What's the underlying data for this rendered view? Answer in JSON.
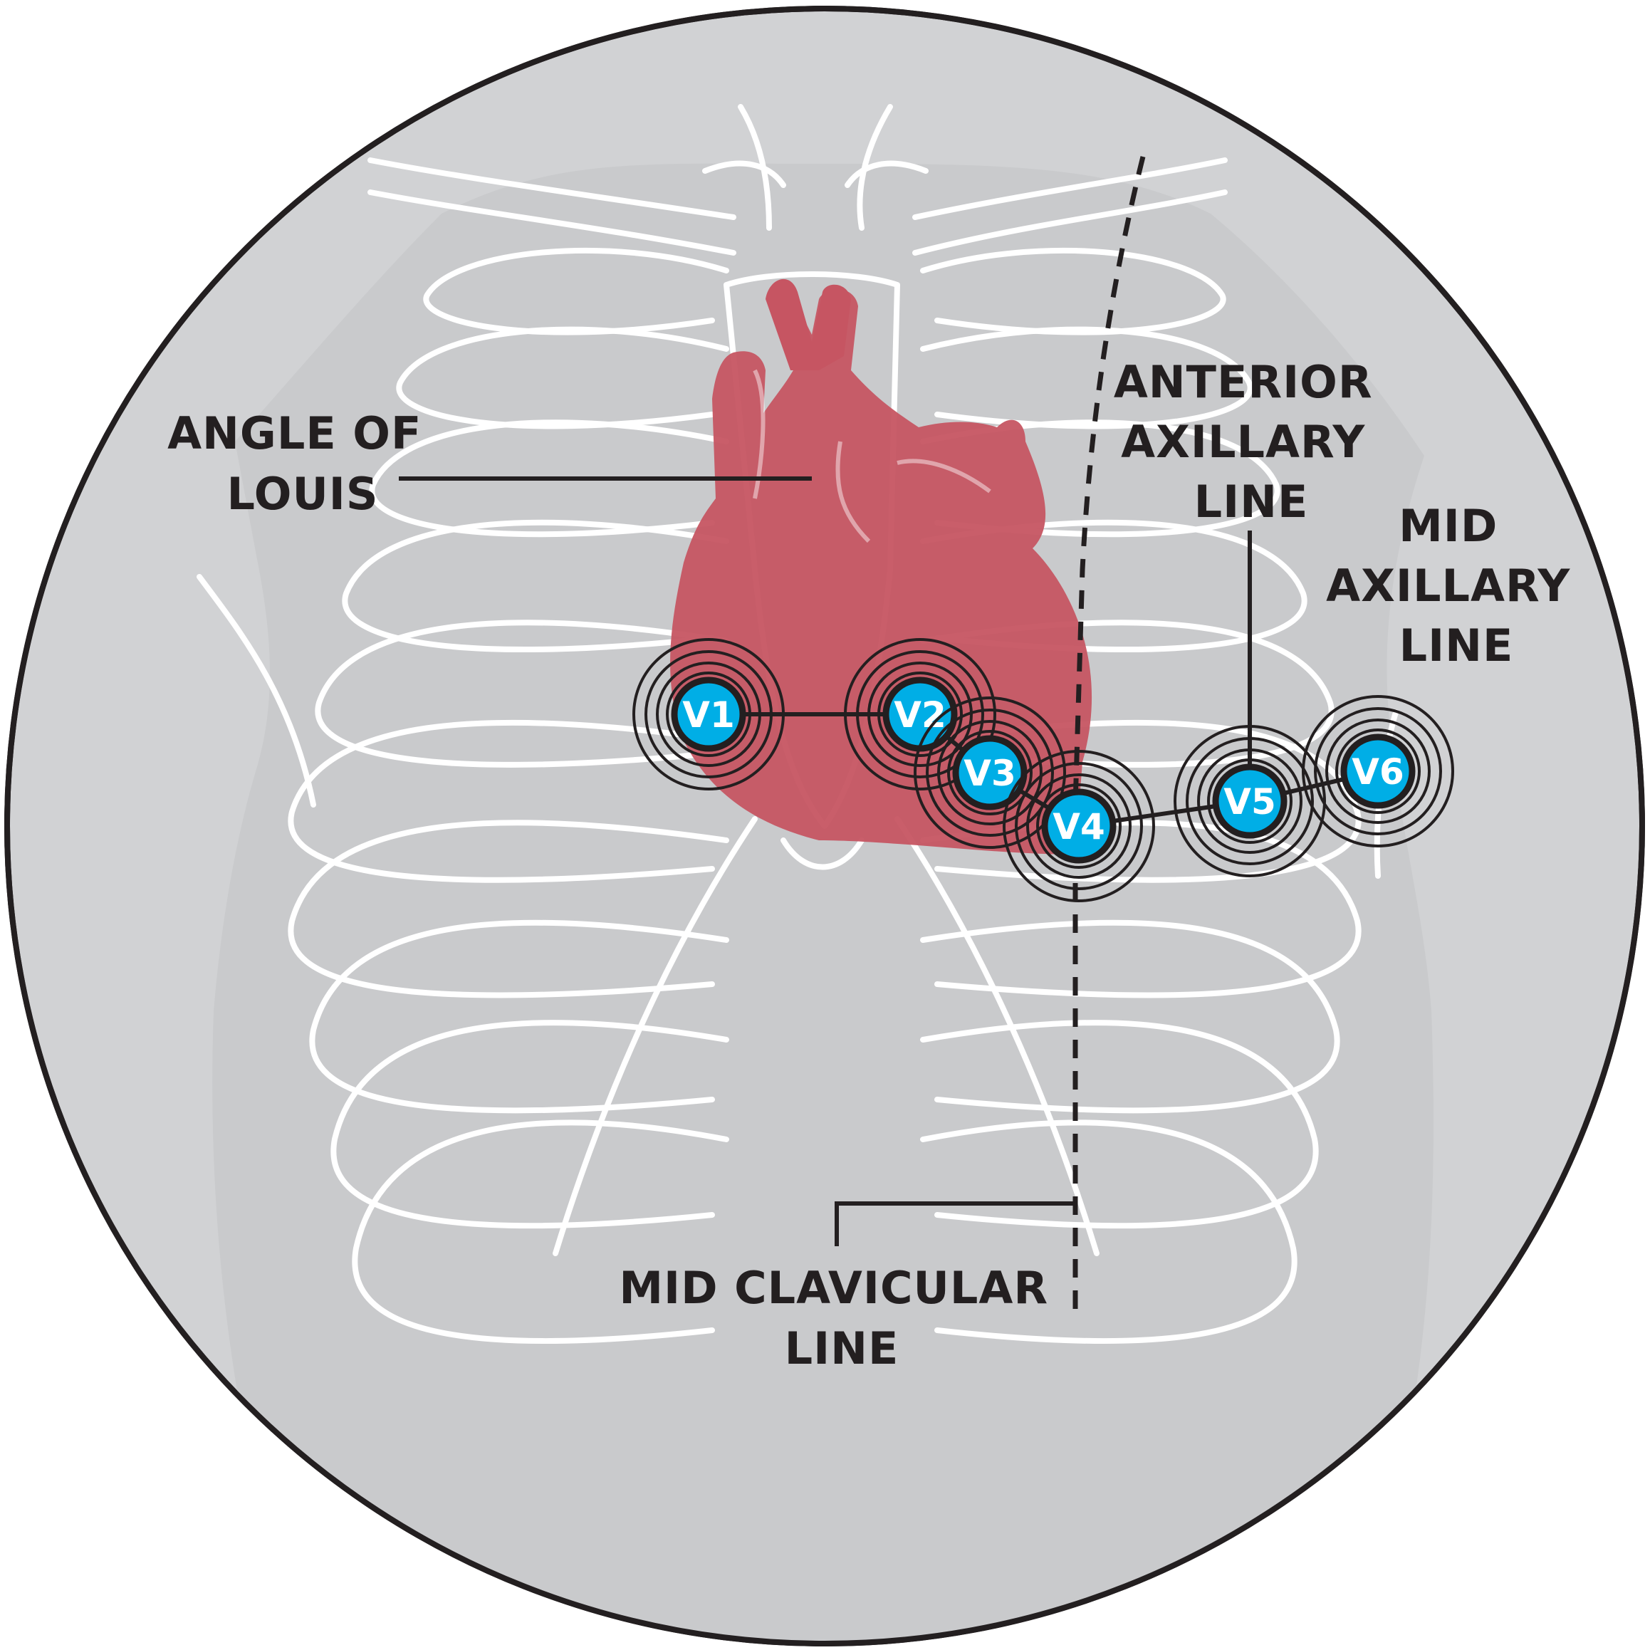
{
  "labels": {
    "angle_of_louis": [
      "ANGLE OF",
      "LOUIS"
    ],
    "anterior_axillary": [
      "ANTERIOR",
      "AXILLARY",
      "LINE"
    ],
    "mid_axillary": [
      "MID",
      "AXILLARY",
      "LINE"
    ],
    "mid_clavicular": [
      "MID CLAVICULAR",
      "LINE"
    ]
  },
  "leads": [
    {
      "name": "V1"
    },
    {
      "name": "V2"
    },
    {
      "name": "V3"
    },
    {
      "name": "V4"
    },
    {
      "name": "V5"
    },
    {
      "name": "V6"
    }
  ],
  "colors": {
    "background_disc": "#d1d2d4",
    "outline": "#231f20",
    "heart": "#c65562",
    "electrode": "#00aee6",
    "bone": "#ffffff"
  }
}
